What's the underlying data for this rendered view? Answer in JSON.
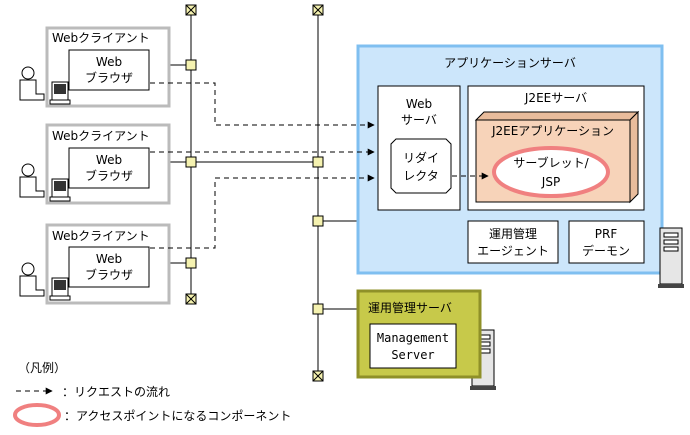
{
  "clients": [
    {
      "title": "Webクライアント",
      "browser_line1": "Web",
      "browser_line2": "ブラウザ"
    },
    {
      "title": "Webクライアント",
      "browser_line1": "Web",
      "browser_line2": "ブラウザ"
    },
    {
      "title": "Webクライアント",
      "browser_line1": "Web",
      "browser_line2": "ブラウザ"
    }
  ],
  "app_server": {
    "title": "アプリケーションサーバ",
    "web_server_line1": "Web",
    "web_server_line2": "サーバ",
    "redirector_line1": "リダイ",
    "redirector_line2": "レクタ",
    "j2ee_server": "J2EEサーバ",
    "j2ee_app": "J2EEアプリケーション",
    "servlet_line1": "サーブレット/",
    "servlet_line2": "JSP",
    "agent_line1": "運用管理",
    "agent_line2": "エージェント",
    "prf_line1": "PRF",
    "prf_line2": "デーモン"
  },
  "mgmt_server": {
    "title": "運用管理サーバ",
    "inner_line1": "Management",
    "inner_line2": "Server"
  },
  "legend": {
    "title": "（凡例）",
    "request_flow": "：リクエストの流れ",
    "access_point": "：アクセスポイントになるコンポーネント"
  },
  "colors": {
    "app_server_fill": "#cce6fb",
    "app_server_border": "#7fbff0",
    "mgmt_fill": "#c7c94a",
    "mgmt_border": "#8f9028",
    "j2ee_app_fill": "#f7d3b9",
    "j2ee_app_top": "#e9bc9c",
    "access_ring": "#f08080",
    "client_frame": "#bbbbbb",
    "node_fill": "#f5f2b0"
  }
}
